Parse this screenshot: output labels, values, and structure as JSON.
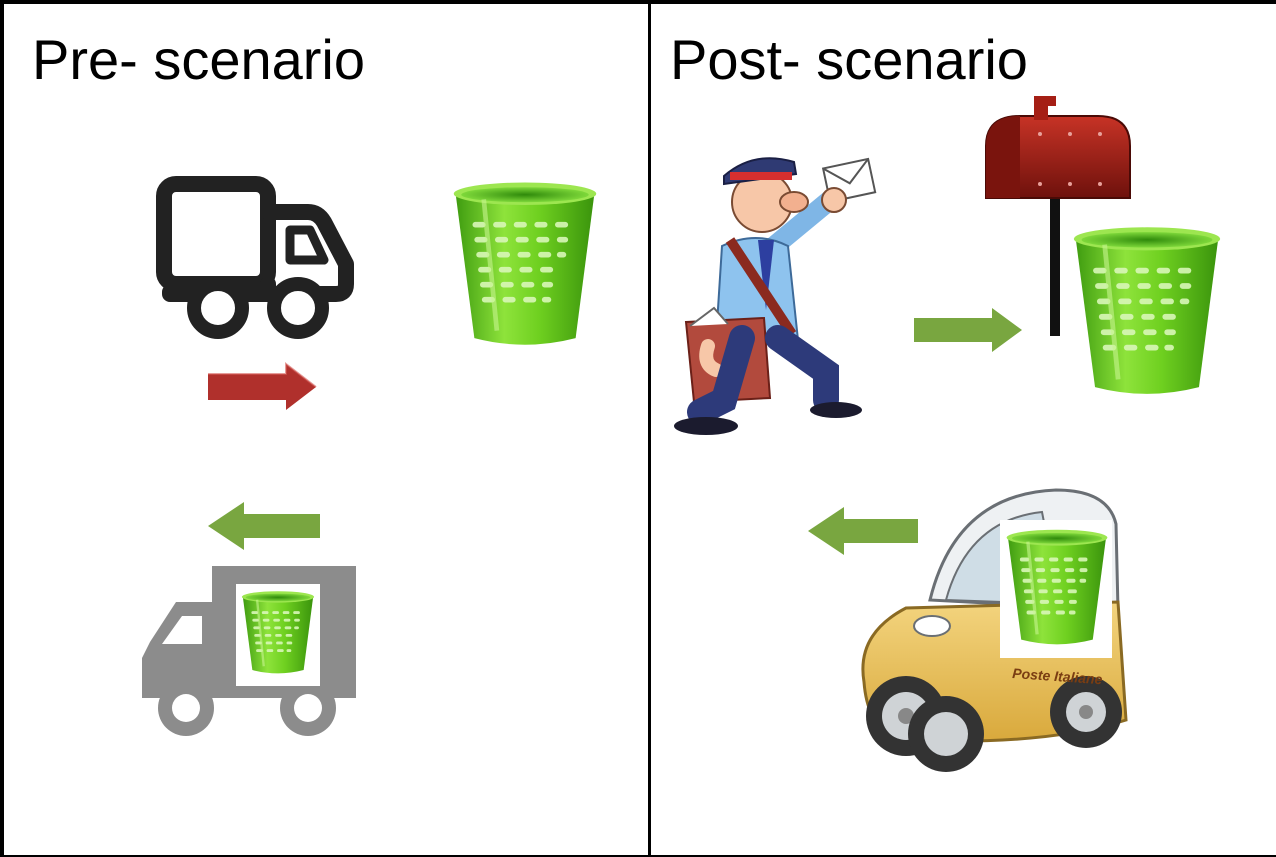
{
  "panels": {
    "pre": {
      "title": "Pre- scenario"
    },
    "post": {
      "title": "Post- scenario"
    }
  },
  "car_decal": "Poste Italiane",
  "colors": {
    "bin_green": "#5fc11a",
    "bin_light": "#a6ec52",
    "bin_dark": "#2f8a0b",
    "arrow_green": "#79a640",
    "arrow_red": "#b0302c",
    "truck_outline": "#222222",
    "truck_gray": "#8c8c8c",
    "mailbox_red": "#9b1b14",
    "car_yellow": "#e8c05a"
  },
  "icons": {
    "pre_delivery_truck": "truck-outline-icon",
    "pre_bin": "waste-bin-icon",
    "pre_forward_arrow": "arrow-right-icon",
    "pre_return_arrow": "arrow-left-icon",
    "pre_return_truck": "truck-with-bin-icon",
    "post_postman": "postman-icon",
    "post_mailbox": "mailbox-icon",
    "post_bin": "waste-bin-icon",
    "post_forward_arrow": "arrow-right-icon",
    "post_return_arrow": "arrow-left-icon",
    "post_car": "postal-car-icon"
  }
}
